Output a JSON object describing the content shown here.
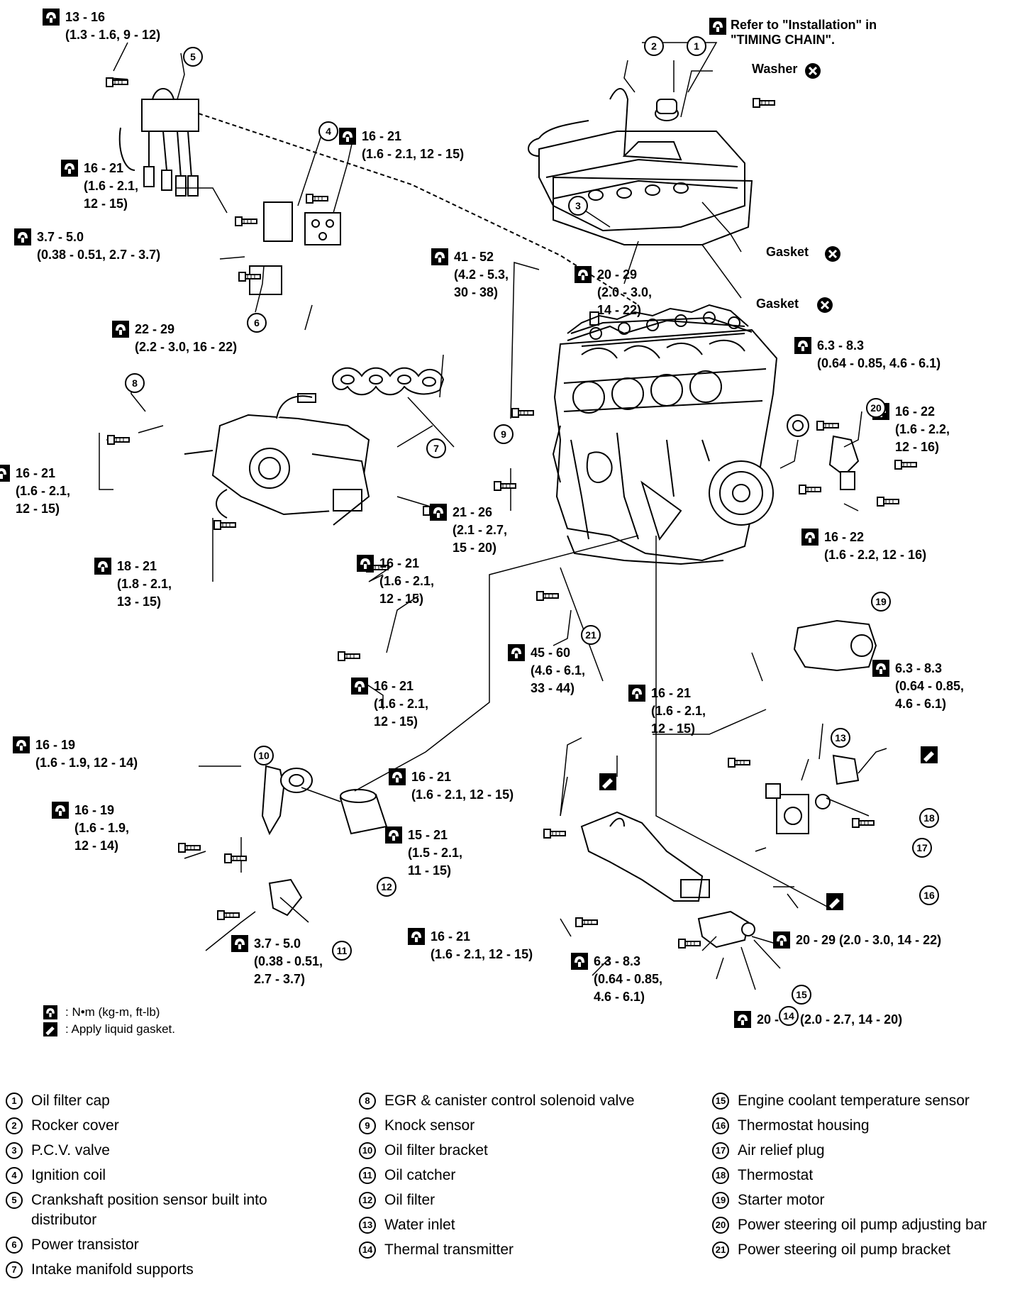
{
  "torque_labels": {
    "t_13_16": {
      "l1": "13 - 16",
      "l2": "(1.3 - 1.6, 9 - 12)"
    },
    "t_refer": {
      "l1": "Refer to \"Installation\" in",
      "l2": "\"TIMING CHAIN\"."
    },
    "washer": "Washer",
    "t_16_21_a": {
      "l1": "16 - 21",
      "l2": "(1.6 - 2.1, 12 - 15)"
    },
    "t_16_21_b": {
      "l1": "16 - 21",
      "l2": "(1.6 - 2.1,",
      "l3": "12 - 15)"
    },
    "t_37_50_a": {
      "l1": "3.7 - 5.0",
      "l2": "(0.38 - 0.51, 2.7 - 3.7)"
    },
    "t_41_52": {
      "l1": "41 - 52",
      "l2": "(4.2 - 5.3,",
      "l3": "30 - 38)"
    },
    "t_20_29_a": {
      "l1": "20 - 29",
      "l2": "(2.0 - 3.0,",
      "l3": "14 - 22)"
    },
    "gasket_1": "Gasket",
    "gasket_2": "Gasket",
    "t_22_29": {
      "l1": "22 - 29",
      "l2": "(2.2 - 3.0, 16 - 22)"
    },
    "t_63_83_a": {
      "l1": "6.3 - 8.3",
      "l2": "(0.64 - 0.85, 4.6 - 6.1)"
    },
    "t_16_22_a": {
      "l1": "16 - 22",
      "l2": "(1.6 - 2.2,",
      "l3": "12 - 16)"
    },
    "t_16_21_c": {
      "l1": "16 - 21",
      "l2": "(1.6 - 2.1,",
      "l3": "12 - 15)"
    },
    "t_21_26": {
      "l1": "21 - 26",
      "l2": "(2.1 - 2.7,",
      "l3": "15 - 20)"
    },
    "t_16_22_b": {
      "l1": "16 - 22",
      "l2": "(1.6 - 2.2, 12 - 16)"
    },
    "t_18_21": {
      "l1": "18 - 21",
      "l2": "(1.8 - 2.1,",
      "l3": "13 - 15)"
    },
    "t_16_21_d": {
      "l1": "16 - 21",
      "l2": "(1.6 - 2.1,",
      "l3": "12 - 15)"
    },
    "t_45_60": {
      "l1": "45 - 60",
      "l2": "(4.6 - 6.1,",
      "l3": "33 - 44)"
    },
    "t_63_83_b": {
      "l1": "6.3 - 8.3",
      "l2": "(0.64 - 0.85,",
      "l3": "4.6 - 6.1)"
    },
    "t_16_21_e": {
      "l1": "16 - 21",
      "l2": "(1.6 - 2.1,",
      "l3": "12 - 15)"
    },
    "t_16_21_f": {
      "l1": "16 - 21",
      "l2": "(1.6 - 2.1,",
      "l3": "12 - 15)"
    },
    "t_16_19_a": {
      "l1": "16 - 19",
      "l2": "(1.6 - 1.9, 12 - 14)"
    },
    "t_16_21_g": {
      "l1": "16 - 21",
      "l2": "(1.6 - 2.1, 12 - 15)"
    },
    "t_16_19_b": {
      "l1": "16 - 19",
      "l2": "(1.6 - 1.9,",
      "l3": "12 - 14)"
    },
    "t_15_21": {
      "l1": "15 - 21",
      "l2": "(1.5 - 2.1,",
      "l3": "11 - 15)"
    },
    "t_16_21_h": {
      "l1": "16 - 21",
      "l2": "(1.6 - 2.1, 12 - 15)"
    },
    "t_20_29_b": {
      "l1": "20 - 29 (2.0 - 3.0, 14 - 22)"
    },
    "t_37_50_b": {
      "l1": "3.7 - 5.0",
      "l2": "(0.38 - 0.51,",
      "l3": "2.7 - 3.7)"
    },
    "t_63_83_c": {
      "l1": "6.3 - 8.3",
      "l2": "(0.64 - 0.85,",
      "l3": "4.6 - 6.1)"
    },
    "t_20_26": {
      "l1": "20 - 26 (2.0 - 2.7, 14 - 20)"
    }
  },
  "legend": {
    "torque_unit": ": N•m (kg-m, ft-lb)",
    "liquid_gasket": ": Apply liquid gasket."
  },
  "parts": {
    "col1": [
      {
        "num": "1",
        "label": "Oil filter cap"
      },
      {
        "num": "2",
        "label": "Rocker cover"
      },
      {
        "num": "3",
        "label": "P.C.V. valve"
      },
      {
        "num": "4",
        "label": "Ignition coil"
      },
      {
        "num": "5",
        "label": "Crankshaft position sensor built into distributor"
      },
      {
        "num": "6",
        "label": "Power transistor"
      },
      {
        "num": "7",
        "label": "Intake manifold supports"
      }
    ],
    "col2": [
      {
        "num": "8",
        "label": "EGR & canister control solenoid valve"
      },
      {
        "num": "9",
        "label": "Knock sensor"
      },
      {
        "num": "10",
        "label": "Oil filter bracket"
      },
      {
        "num": "11",
        "label": "Oil catcher"
      },
      {
        "num": "12",
        "label": "Oil filter"
      },
      {
        "num": "13",
        "label": "Water inlet"
      },
      {
        "num": "14",
        "label": "Thermal transmitter"
      }
    ],
    "col3": [
      {
        "num": "15",
        "label": "Engine coolant temperature sensor"
      },
      {
        "num": "16",
        "label": "Thermostat housing"
      },
      {
        "num": "17",
        "label": "Air relief plug"
      },
      {
        "num": "18",
        "label": "Thermostat"
      },
      {
        "num": "19",
        "label": "Starter motor"
      },
      {
        "num": "20",
        "label": "Power steering oil pump adjusting bar"
      },
      {
        "num": "21",
        "label": "Power steering oil pump bracket"
      }
    ]
  },
  "callouts": [
    "1",
    "2",
    "3",
    "4",
    "5",
    "6",
    "7",
    "8",
    "9",
    "10",
    "11",
    "12",
    "13",
    "14",
    "15",
    "16",
    "17",
    "18",
    "19",
    "20",
    "21"
  ]
}
